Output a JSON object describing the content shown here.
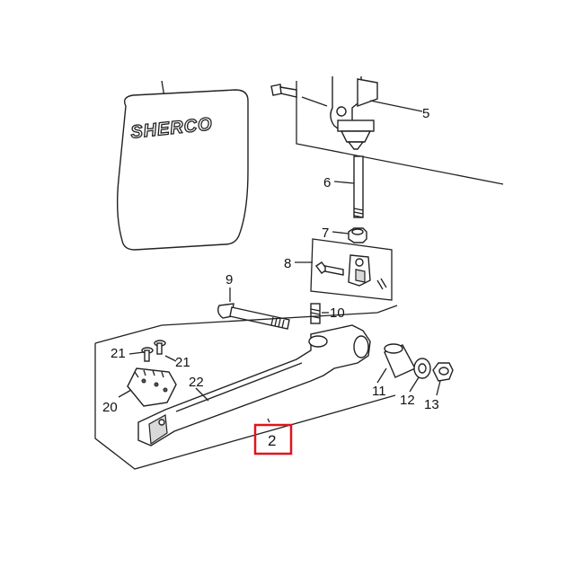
{
  "brand_text": "SHERCO",
  "part_labels": {
    "p2": "2",
    "p5": "5",
    "p6": "6",
    "p7": "7",
    "p8": "8",
    "p9": "9",
    "p10": "10",
    "p11": "11",
    "p12": "12",
    "p13": "13",
    "p20": "20",
    "p21a": "21",
    "p21b": "21",
    "p22": "22"
  },
  "highlight_color": "#e0141e"
}
